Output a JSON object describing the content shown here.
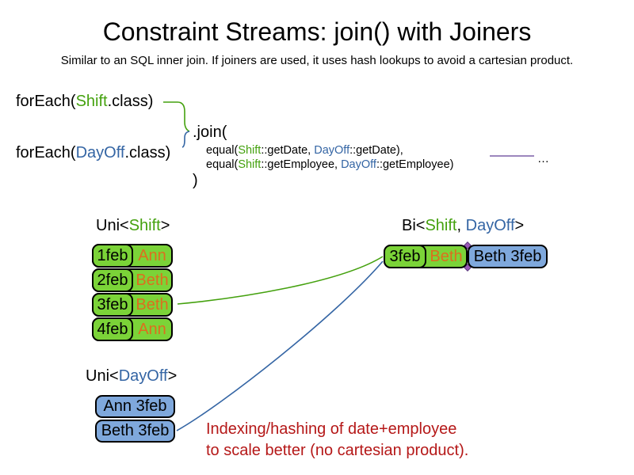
{
  "slide": {
    "title": "Constraint Streams: join() with Joiners",
    "subtitle": "Similar to an SQL inner join. If joiners are used, it uses hash lookups to avoid a cartesian product."
  },
  "code": {
    "foreach_shift": {
      "pre": "forEach(",
      "class_name": "Shift",
      "post": ".class)"
    },
    "foreach_dayoff": {
      "pre": "forEach(",
      "class_name": "DayOff",
      "post": ".class)"
    },
    "join_open": ".join(",
    "joiner_date": {
      "pre": "equal(",
      "left_class": "Shift",
      "left_rest": "::getDate, ",
      "right_class": "DayOff",
      "right_rest": "::getDate),"
    },
    "joiner_employee": {
      "pre": "equal(",
      "left_class": "Shift",
      "left_rest": "::getEmployee, ",
      "right_class": "DayOff",
      "right_rest": "::getEmployee)"
    },
    "join_close": ")",
    "ellipsis": "…"
  },
  "uni_shift": {
    "label": {
      "pre": "Uni<",
      "type": "Shift",
      "post": ">"
    },
    "rows": [
      {
        "date": "1feb",
        "employee": "Ann"
      },
      {
        "date": "2feb",
        "employee": "Beth"
      },
      {
        "date": "3feb",
        "employee": "Beth"
      },
      {
        "date": "4feb",
        "employee": "Ann"
      }
    ]
  },
  "uni_dayoff": {
    "label": {
      "pre": "Uni<",
      "type": "DayOff",
      "post": ">"
    },
    "rows": [
      {
        "text": "Ann 3feb"
      },
      {
        "text": "Beth 3feb"
      }
    ]
  },
  "bi": {
    "label": {
      "pre": "Bi<",
      "type1": "Shift",
      "sep": ", ",
      "type2": "DayOff",
      "post": ">"
    },
    "row": {
      "shift_date": "3feb",
      "shift_employee": "Beth",
      "dayoff": "Beth 3feb"
    }
  },
  "note": {
    "line1": "Indexing/hashing of date+employee",
    "line2": "to scale better (no cartesian product)."
  },
  "colors": {
    "green_text": "#44A10E",
    "green_fill": "#7BD338",
    "blue_text": "#3465A4",
    "blue_fill": "#7FA8DC",
    "orange_text": "#DD6E1E",
    "red_text": "#B51818",
    "purple_line": "#7B5EA7"
  }
}
